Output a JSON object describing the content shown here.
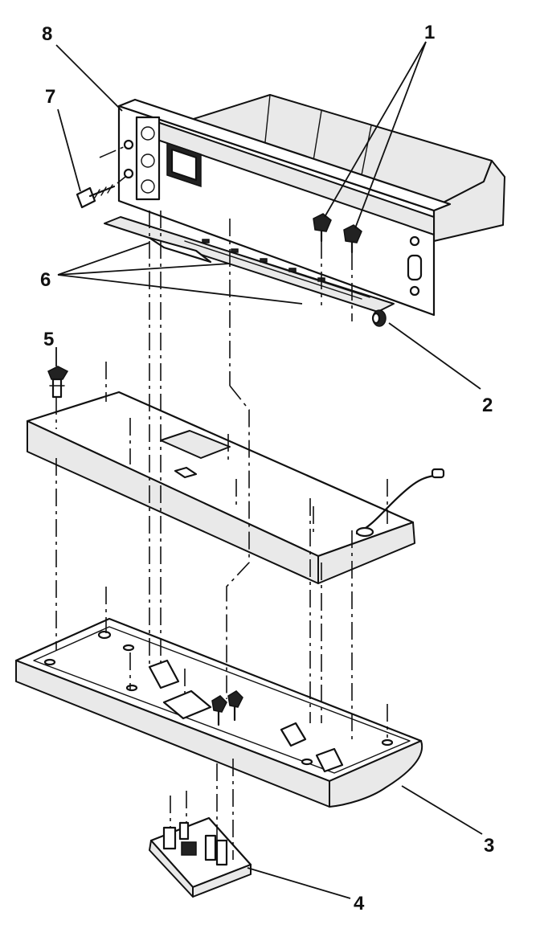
{
  "callouts": {
    "c1": "1",
    "c2": "2",
    "c3": "3",
    "c4": "4",
    "c5": "5",
    "c6": "6",
    "c7": "7",
    "c8": "8"
  },
  "colors": {
    "ink": "#111111",
    "shade": "#e9e9e9",
    "background": "#ffffff"
  }
}
